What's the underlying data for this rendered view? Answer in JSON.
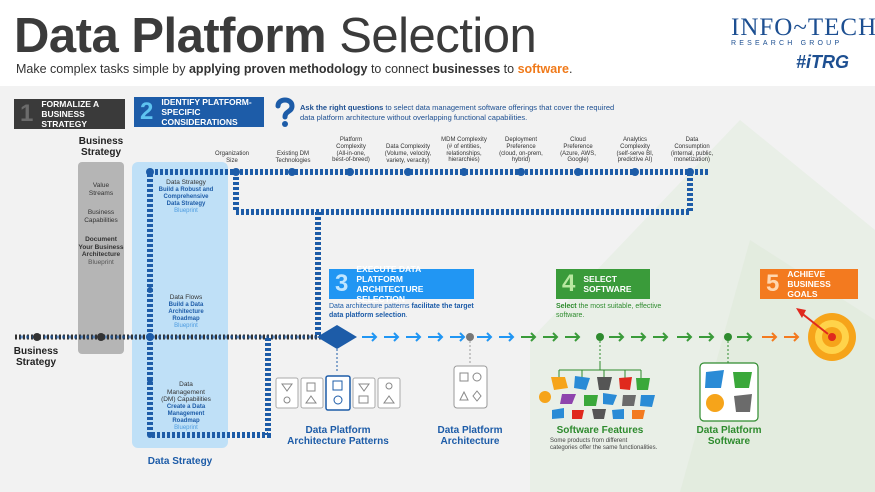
{
  "header": {
    "title_bold": "Data Platform",
    "title_light": "Selection",
    "tagline_1": "Make complex tasks simple by ",
    "tagline_2": "applying proven methodology",
    "tagline_3": " to connect ",
    "tagline_4": "businesses",
    "tagline_5": " to ",
    "tagline_6": "software",
    "tagline_7": "."
  },
  "logo": {
    "name": "INFO~TECH",
    "sub": "RESEARCH GROUP",
    "tag": "#iTRG"
  },
  "steps": [
    {
      "num": "1",
      "label_1": "FORMALIZE A",
      "label_2": "BUSINESS STRATEGY"
    },
    {
      "num": "2",
      "label_1": "IDENTIFY PLATFORM-",
      "label_2": "SPECIFIC CONSIDERATIONS"
    },
    {
      "num": "3",
      "label_1": "EXECUTE DATA PLATFORM",
      "label_2": "ARCHITECTURE SELECTION"
    },
    {
      "num": "4",
      "label_1": "SELECT",
      "label_2": "SOFTWARE"
    },
    {
      "num": "5",
      "label_1": "ACHIEVE",
      "label_2": "BUSINESS GOALS"
    }
  ],
  "ask": {
    "bold": "Ask the right questions",
    "rest": " to select data management software offerings that cover the required data platform architecture without overlapping functional capabilities."
  },
  "considerations": [
    {
      "l1": "Organization",
      "l2": "Size",
      "l3": ""
    },
    {
      "l1": "Existing DM",
      "l2": "Technologies",
      "l3": ""
    },
    {
      "l1": "Platform",
      "l2": "Complexity",
      "l3": "(All-in-one,",
      "l4": "best-of-breed)"
    },
    {
      "l1": "Data Complexity",
      "l2": "(Volume, velocity,",
      "l3": "variety, veracity)"
    },
    {
      "l1": "MDM Complexity",
      "l2": "(# of entities,",
      "l3": "relationships,",
      "l4": "hierarchies)"
    },
    {
      "l1": "Deployment",
      "l2": "Preference",
      "l3": "(cloud, on-prem,",
      "l4": "hybrid)"
    },
    {
      "l1": "Cloud",
      "l2": "Preference",
      "l3": "(Azure, AWS,",
      "l4": "Google)"
    },
    {
      "l1": "Analytics",
      "l2": "Complexity",
      "l3": "(self-serve BI,",
      "l4": "predictive AI)"
    },
    {
      "l1": "Data",
      "l2": "Consumption",
      "l3": "(internal, public,",
      "l4": "monetization)"
    }
  ],
  "business_col": {
    "heading_1": "Business",
    "heading_2": "Strategy",
    "items": [
      {
        "l1": "Value",
        "l2": "Streams"
      },
      {
        "l1": "Business",
        "l2": "Capabilities"
      },
      {
        "l1": "Document",
        "l2": "Your Business",
        "l3": "Architecture",
        "l4": "Blueprint"
      }
    ]
  },
  "data_col": {
    "items": [
      {
        "l1": "Data Strategy",
        "b1": "Build a Robust and",
        "b2": "Comprehensive",
        "b3": "Data Strategy",
        "bp": "Blueprint"
      },
      {
        "l1": "Data Flows",
        "b1": "Build a Data",
        "b2": "Architecture",
        "b3": "Roadmap",
        "bp": "Blueprint"
      },
      {
        "l1": "Data",
        "l2": "Management",
        "l3": "(DM) Capabilities",
        "b1": "Create a Data",
        "b2": "Management",
        "b3": "Roadmap",
        "bp": "Blueprint"
      }
    ],
    "footer": "Data Strategy"
  },
  "left_label": {
    "l1": "Business",
    "l2": "Strategy"
  },
  "step3_desc": {
    "pre": "Data architecture patterns ",
    "bold": "facilitate the target data platform selection",
    "post": "."
  },
  "step4_desc": {
    "bold": "Select",
    "rest": " the most suitable, effective software."
  },
  "bottom_labels": {
    "patterns_1": "Data Platform",
    "patterns_2": "Architecture Patterns",
    "arch_1": "Data Platform",
    "arch_2": "Architecture",
    "features": "Software Features",
    "features_note_1": "Some products from different",
    "features_note_2": "categories offer the same functionalities.",
    "software_1": "Data Platform",
    "software_2": "Software"
  },
  "colors": {
    "dark_blue": "#1d5ca8",
    "light_blue": "#2196f3",
    "green": "#3a9b3a",
    "orange": "#f37a1f",
    "dark_gray": "#3a3a3a"
  }
}
